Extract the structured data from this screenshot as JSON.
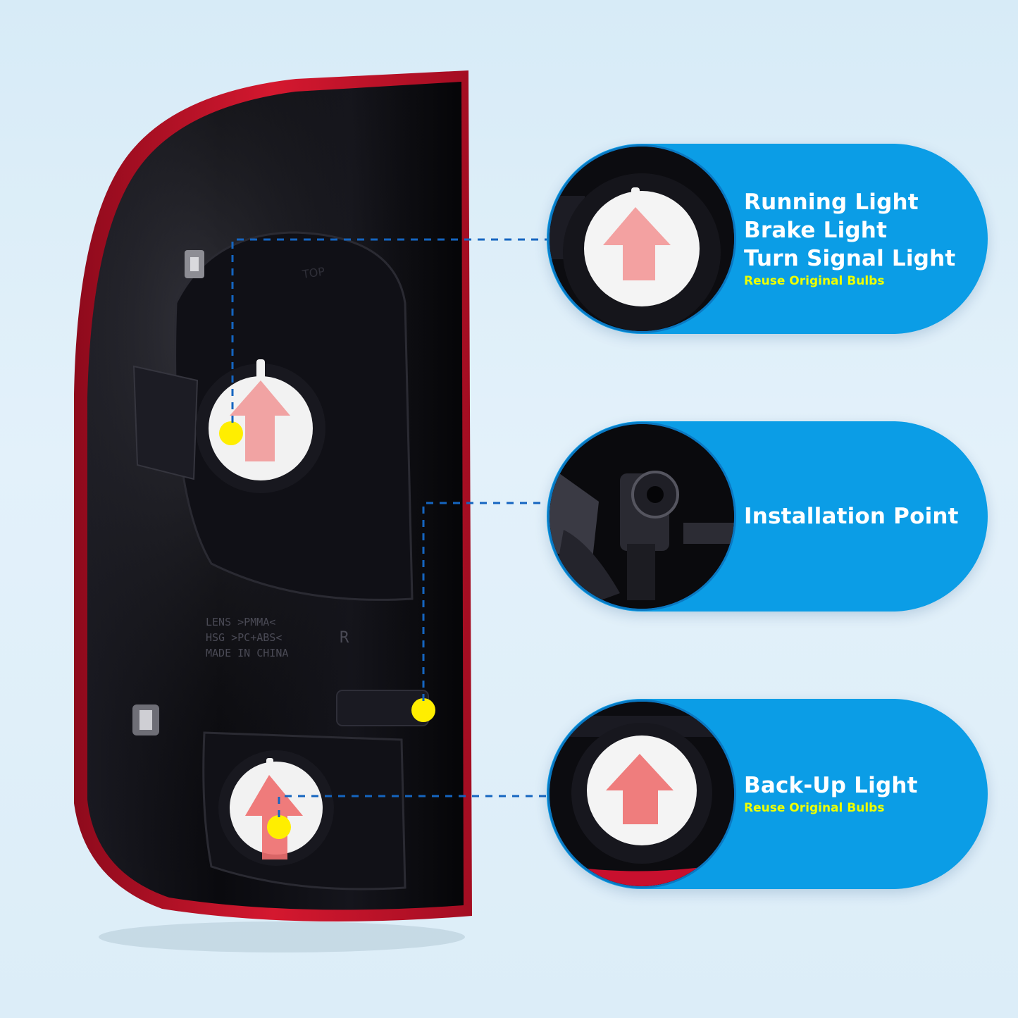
{
  "callouts": [
    {
      "lines": [
        "Running Light",
        "Brake Light",
        "Turn Signal Light"
      ],
      "note": "Reuse Original Bulbs",
      "icon": "bulb-socket-arrow-icon"
    },
    {
      "lines": [
        "Installation Point"
      ],
      "note": "",
      "icon": "mounting-post-icon"
    },
    {
      "lines": [
        "Back-Up Light"
      ],
      "note": "Reuse Original Bulbs",
      "icon": "bulb-socket-arrow-icon"
    }
  ],
  "housing_marking": [
    "LENS >PMMA<",
    "HSG >PC+ABS<",
    "MADE IN CHINA"
  ],
  "housing_side_mark": "R",
  "top_mark": "TOP",
  "colors": {
    "background": "#dcedf8",
    "pill": "#0b9de6",
    "note_text": "#eeff00",
    "dot": "#ffee00",
    "lens_red": "#c8102e",
    "housing_black": "#0c0c10",
    "leader_line": "#1565c0"
  }
}
